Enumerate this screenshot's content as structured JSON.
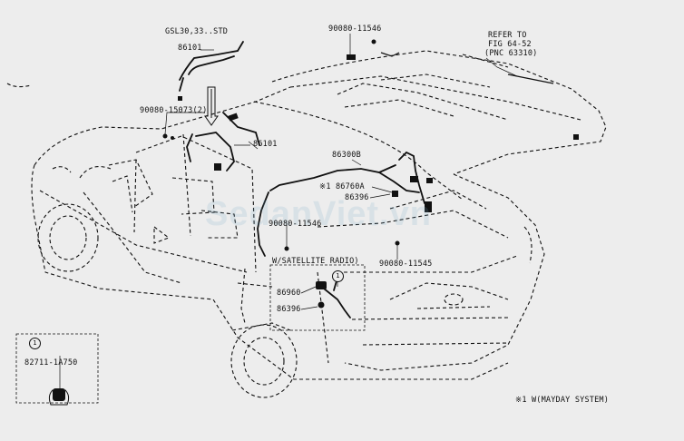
{
  "labels": {
    "gsl": "GSL30,33..STD",
    "p86101_top": "86101",
    "p90080_11546_top": "90080-11546",
    "refer1": "REFER TO",
    "refer2": "FIG 64-52",
    "refer3": "(PNC 63310)",
    "p90080_15073": "90080-15073(2)",
    "p86101_mid": "86101",
    "p86300B": "86300B",
    "p86760A": "※1 86760A",
    "p86396_a": "86396",
    "p90080_11546_mid": "90080-11546",
    "p90080_11545": "90080-11545",
    "satellite": "W/SATELLITE RADIO)",
    "p86960": "86960",
    "p86396_b": "86396",
    "p82711": "82711-1A750",
    "footnote": "※1 W(MAYDAY SYSTEM)",
    "circle_num": "1",
    "circle_num_b": "1"
  },
  "colors": {
    "background": "#ededed",
    "line": "#111111"
  }
}
